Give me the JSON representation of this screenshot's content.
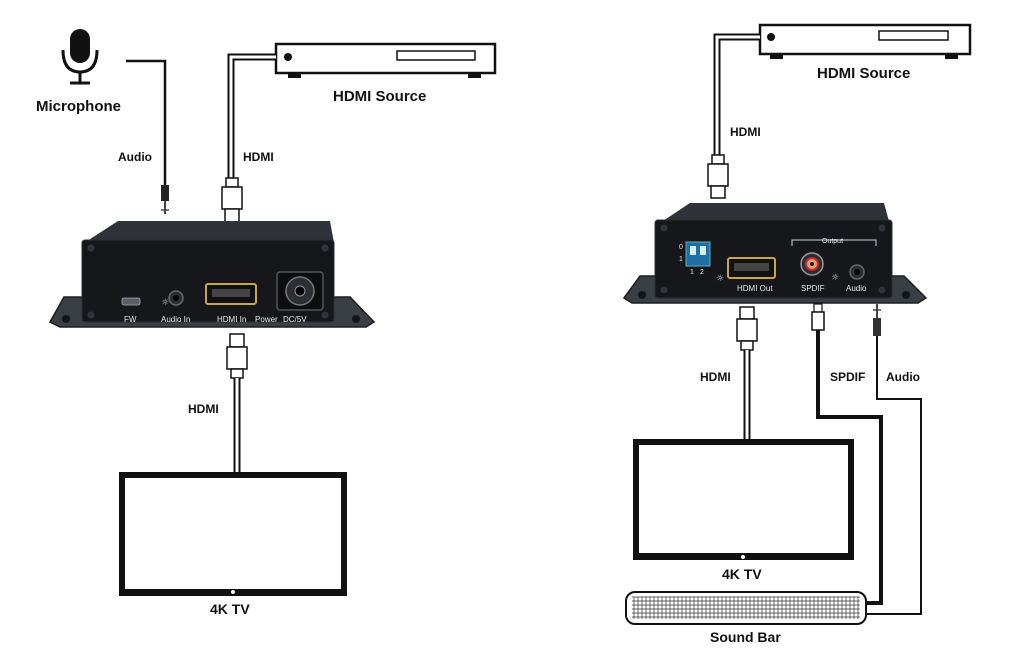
{
  "left": {
    "microphone_label": "Microphone",
    "hdmi_source_label": "HDMI Source",
    "audio_cable_label": "Audio",
    "hdmi_cable_label_top": "HDMI",
    "hdmi_cable_label_bottom": "HDMI",
    "tv_label": "4K TV",
    "ports": [
      "FW",
      "Audio In",
      "HDMI In",
      "Power",
      "DC/5V"
    ]
  },
  "right": {
    "hdmi_source_label": "HDMI Source",
    "hdmi_cable_label_top": "HDMI",
    "hdmi_cable_label_bottom": "HDMI",
    "spdif_cable_label": "SPDIF",
    "audio_cable_label": "Audio",
    "tv_label": "4K TV",
    "soundbar_label": "Sound Bar",
    "output_group_label": "Output",
    "ports": [
      "HDMI Out",
      "SPDIF",
      "Audio"
    ],
    "dip_labels": [
      "0",
      "1",
      "1",
      "2"
    ]
  }
}
